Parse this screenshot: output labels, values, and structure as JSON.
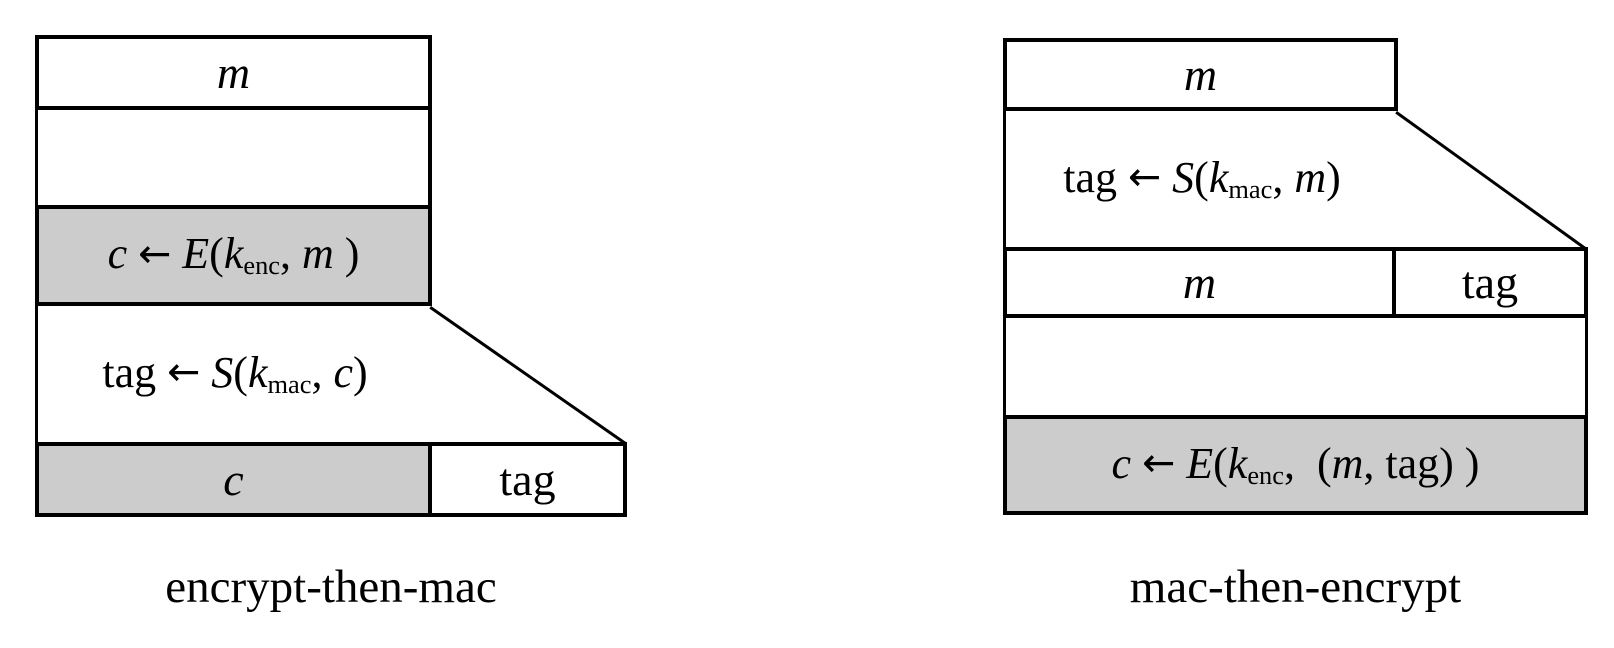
{
  "colors": {
    "background": "#ffffff",
    "line": "#000000",
    "box_fill_gray": "#cccccc"
  },
  "figures": {
    "encrypt_then_mac": {
      "caption": "encrypt-then-mac",
      "message_box_label": [
        {
          "t": "m",
          "s": "it"
        }
      ],
      "encrypt_step_expr": [
        {
          "t": "c",
          "s": "it"
        },
        {
          "t": " ",
          "s": "rm"
        },
        {
          "t": "←",
          "s": "ar"
        },
        {
          "t": " ",
          "s": "rm"
        },
        {
          "t": "E",
          "s": "it"
        },
        {
          "t": "(",
          "s": "rm"
        },
        {
          "t": "k",
          "s": "it"
        },
        {
          "t": "enc",
          "s": "sub"
        },
        {
          "t": ", ",
          "s": "rm"
        },
        {
          "t": "m",
          "s": "it"
        },
        {
          "t": " )",
          "s": "rm"
        }
      ],
      "mac_step_expr": [
        {
          "t": "tag ",
          "s": "rm"
        },
        {
          "t": "←",
          "s": "ar"
        },
        {
          "t": " ",
          "s": "rm"
        },
        {
          "t": "S",
          "s": "it"
        },
        {
          "t": "(",
          "s": "rm"
        },
        {
          "t": "k",
          "s": "it"
        },
        {
          "t": "mac",
          "s": "sub"
        },
        {
          "t": ", ",
          "s": "rm"
        },
        {
          "t": "c",
          "s": "it"
        },
        {
          "t": ")",
          "s": "rm"
        }
      ],
      "output_row": {
        "ciphertext_label": [
          {
            "t": "c",
            "s": "it"
          }
        ],
        "tag_label": [
          {
            "t": "tag",
            "s": "rm"
          }
        ]
      }
    },
    "mac_then_encrypt": {
      "caption": "mac-then-encrypt",
      "message_box_label": [
        {
          "t": "m",
          "s": "it"
        }
      ],
      "mac_step_expr": [
        {
          "t": "tag ",
          "s": "rm"
        },
        {
          "t": "←",
          "s": "ar"
        },
        {
          "t": " ",
          "s": "rm"
        },
        {
          "t": "S",
          "s": "it"
        },
        {
          "t": "(",
          "s": "rm"
        },
        {
          "t": "k",
          "s": "it"
        },
        {
          "t": "mac",
          "s": "sub"
        },
        {
          "t": ", ",
          "s": "rm"
        },
        {
          "t": "m",
          "s": "it"
        },
        {
          "t": ")",
          "s": "rm"
        }
      ],
      "mid_row": {
        "message_label": [
          {
            "t": "m",
            "s": "it"
          }
        ],
        "tag_label": [
          {
            "t": "tag",
            "s": "rm"
          }
        ]
      },
      "encrypt_step_expr": [
        {
          "t": "c",
          "s": "it"
        },
        {
          "t": " ",
          "s": "rm"
        },
        {
          "t": "←",
          "s": "ar"
        },
        {
          "t": " ",
          "s": "rm"
        },
        {
          "t": "E",
          "s": "it"
        },
        {
          "t": "(",
          "s": "rm"
        },
        {
          "t": "k",
          "s": "it"
        },
        {
          "t": "enc",
          "s": "sub"
        },
        {
          "t": ",  ",
          "s": "rm"
        },
        {
          "t": "(",
          "s": "rm"
        },
        {
          "t": "m",
          "s": "it"
        },
        {
          "t": ", ",
          "s": "rm"
        },
        {
          "t": "tag",
          "s": "rm"
        },
        {
          "t": ") )",
          "s": "rm"
        }
      ]
    }
  }
}
